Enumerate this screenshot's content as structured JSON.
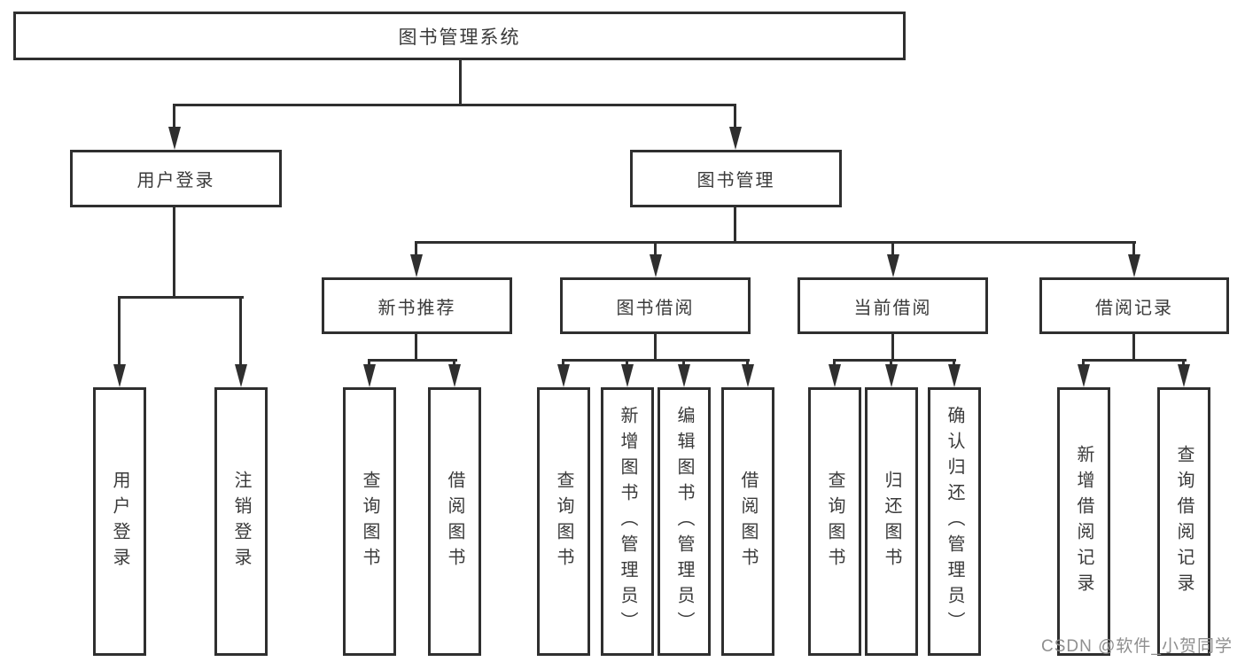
{
  "diagram": {
    "root": {
      "label": "图书管理系统"
    },
    "level2": [
      {
        "label": "用户登录"
      },
      {
        "label": "图书管理"
      }
    ],
    "level3": [
      {
        "label": "新书推荐",
        "parent": "图书管理"
      },
      {
        "label": "图书借阅",
        "parent": "图书管理"
      },
      {
        "label": "当前借阅",
        "parent": "图书管理"
      },
      {
        "label": "借阅记录",
        "parent": "图书管理"
      }
    ],
    "leaves": [
      {
        "label": "用户登录",
        "parent": "用户登录"
      },
      {
        "label": "注销登录",
        "parent": "用户登录"
      },
      {
        "label": "查询图书",
        "parent": "新书推荐"
      },
      {
        "label": "借阅图书",
        "parent": "新书推荐"
      },
      {
        "label": "查询图书",
        "parent": "图书借阅"
      },
      {
        "label": "新增图书（管理员）",
        "parent": "图书借阅"
      },
      {
        "label": "编辑图书（管理员）",
        "parent": "图书借阅"
      },
      {
        "label": "借阅图书",
        "parent": "图书借阅"
      },
      {
        "label": "查询图书",
        "parent": "当前借阅"
      },
      {
        "label": "归还图书",
        "parent": "当前借阅"
      },
      {
        "label": "确认归还（管理员）",
        "parent": "当前借阅"
      },
      {
        "label": "新增借阅记录",
        "parent": "借阅记录"
      },
      {
        "label": "查询借阅记录",
        "parent": "借阅记录"
      }
    ]
  },
  "watermark": "CSDN @软件_小贺同学",
  "colors": {
    "line": "#2f2f2f",
    "text": "#3a3a3a",
    "watermark": "#8f8f8f",
    "background": "#ffffff"
  }
}
